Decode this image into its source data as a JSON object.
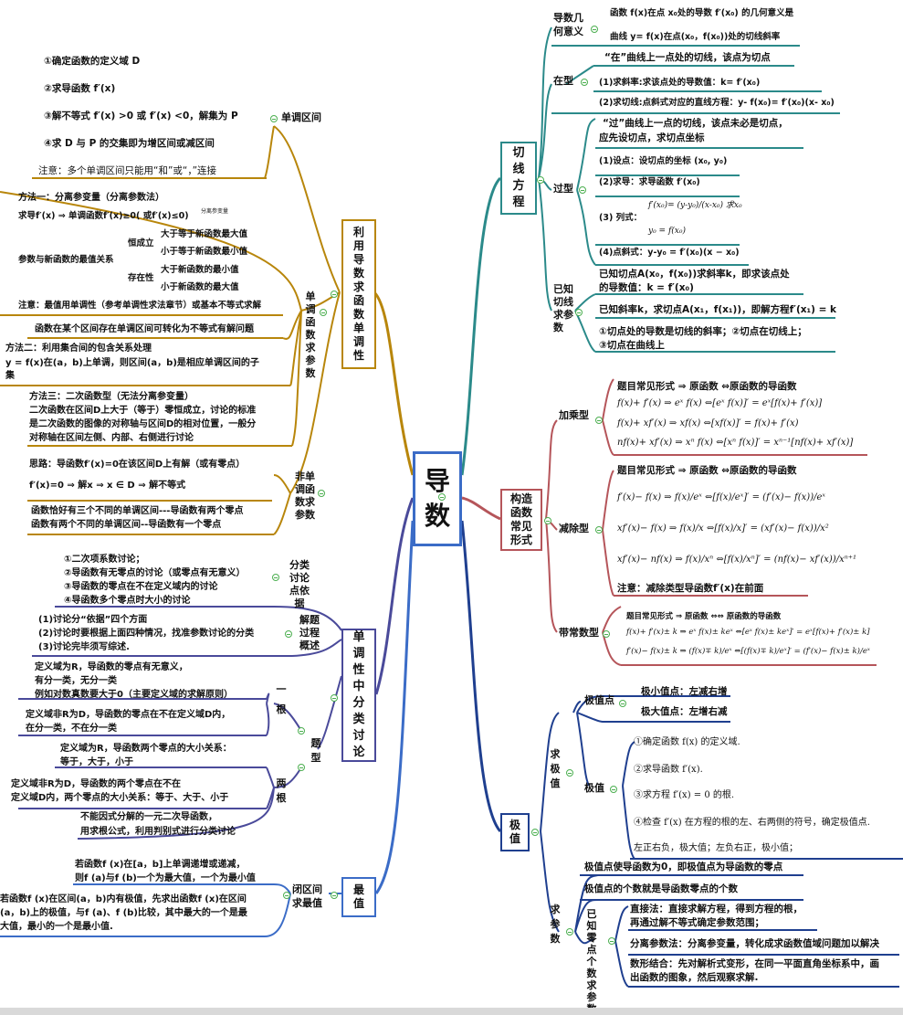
{
  "center": {
    "line1": "导",
    "line2": "数"
  },
  "right": {
    "qiexian": {
      "label": "切线方程",
      "geom": {
        "label": "导数几何意义",
        "lines": [
          "函数 f(x)在点 x₀处的导数 f′(x₀) 的几何意义是",
          "曲线 y= f(x)在点(x₀，f(x₀))处的切线斜率"
        ]
      },
      "zai": {
        "label": "在型",
        "lines": [
          "“在”曲线上一点处的切线，该点为切点",
          "(1)求斜率:求该点处的导数值：k= f′(x₀)",
          "(2)求切线:点斜式对应的直线方程：y- f(x₀)= f′(x₀)(x- x₀)"
        ]
      },
      "guo": {
        "label": "过型",
        "lines": [
          "“过”曲线上一点的切线，该点未必是切点，",
          "应先设切点，求切点坐标",
          "(1)设点：设切点的坐标 (x₀, y₀)",
          "(2)求导：求导函数 f′(x₀)",
          "(3) 列式：",
          "f′(x₀)= (y-y₀)/(x-x₀) 求x₀",
          "y₀ = f(x₀)",
          "(4)点斜式：y-y₀ = f′(x₀)(x − x₀)"
        ]
      },
      "known": {
        "label": "已知切线求参数",
        "lines": [
          "已知切点A(x₀，f(x₀))求斜率k，即求该点处",
          "的导数值：k = f′(x₀)",
          "已知斜率k，求切点A(x₁，f(x₁))，即解方程f′(x₁) = k",
          "①切点处的导数是切线的斜率；②切点在切线上；",
          "③切点在曲线上"
        ]
      }
    },
    "gouzao": {
      "label": "构造函数常见形式",
      "add": {
        "label": "加乘型",
        "lines": [
          "题目常见形式 ⇒ 原函数 ⇔原函数的导函数",
          "f(x)+ f′(x) ⇒ eˣ f(x) ⇔[eˣ f(x)]′ = eˣ[f(x)+ f′(x)]",
          "f(x)+ xf′(x) ⇒ xf(x) ⇔[xf(x)]′ = f(x)+ f′(x)",
          "nf(x)+ xf′(x) ⇒ xⁿ f(x) ⇔[xⁿ f(x)]′ = xⁿ⁻¹[nf(x)+ xf′(x)]"
        ]
      },
      "sub": {
        "label": "减除型",
        "lines": [
          "题目常见形式 ⇒ 原函数 ⇔原函数的导函数",
          "f′(x)− f(x) ⇒ f(x)/eˣ ⇔[f(x)/eˣ]′ = (f′(x)− f(x))/eˣ",
          "xf′(x)− f(x) ⇒ f(x)/x ⇔[f(x)/x]′ = (xf′(x)− f(x))/x²",
          "xf′(x)− nf(x) ⇒ f(x)/xⁿ ⇔[f(x)/xⁿ]′ = (nf(x)− xf′(x))/xⁿ⁺¹",
          "注意：减除类型导函数f′(x)在前面"
        ]
      },
      "const": {
        "label": "带常数型",
        "lines": [
          "题目常见形式 ⇒ 原函数 ⇔⇔ 原函数的导函数",
          "f(x)+ f′(x)± k ⇒ eˣ f(x)± keˣ ⇔[eˣ f(x)± keˣ]′ = eˣ[f(x)+ f′(x)± k]",
          "f′(x)− f(x)± k ⇒ (f(x)∓ k)/eˣ ⇔[(f(x)∓ k)/eˣ]′ = (f′(x)− f(x)± k)/eˣ"
        ]
      }
    },
    "jizhi": {
      "label": "极值",
      "qiu": {
        "label": "求极值",
        "point": {
          "label": "极值点",
          "items": [
            "极小值点：左减右增",
            "极大值点：左增右减"
          ]
        },
        "value": {
          "label": "极值",
          "items": [
            "①确定函数 f(x) 的定义域.",
            "②求导函数 f′(x).",
            "③求方程 f′(x) = 0 的根.",
            "④检查 f′(x) 在方程的根的左、右两侧的符号，确定极值点.",
            "左正右负，极大值；左负右正，极小值；"
          ]
        }
      },
      "param": {
        "label": "求参数",
        "lines": [
          "极值点使导函数为0，即极值点为导函数的零点",
          "极值点的个数就是导函数零点的个数"
        ],
        "sub": {
          "label": "已知零点个数求参数",
          "items": [
            "直接法：直接求解方程，得到方程的根，",
            "再通过解不等式确定参数范围；",
            "分离参数法：分离参变量，转化成求函数值域问题加以解决",
            "数形结合：先对解析式变形，在同一平面直角坐标系中，画",
            "出函数的图象，然后观察求解."
          ]
        }
      }
    }
  },
  "left": {
    "dandiao": {
      "label": "利用导数求函数单调性",
      "interval": {
        "label": "单调区间",
        "lines": [
          "①确定函数的定义域 D",
          "②求导函数 f′(x)",
          "③解不等式 f′(x) >0 或 f′(x) <0，解集为 P",
          "④求 D 与 P 的交集即为增区间或减区间",
          "注意：多个单调区间只能用“和”或“，”连接"
        ]
      },
      "param": {
        "label": "单调函数求参数",
        "lines": [
          "方法一：分离参变量（分离参数法）",
          "求导f′(x) ⇒ 单调函数f′(x)≥0( 或f′(x)≤0)",
          "分离参变量",
          "参数与新函数的最值关系",
          "恒成立",
          "大于等于新函数最大值",
          "小于等于新函数最小值",
          "存在性",
          "大于新函数的最小值",
          "小于新函数的最大值",
          "注意：最值用单调性（参考单调性求法章节）或基本不等式求解",
          "函数在某个区间存在单调区间可转化为不等式有解问题",
          "方法二：利用集合间的包含关系处理",
          "y = f(x)在(a，b)上单调，则区间(a，b)是相应单调区间的子",
          "集",
          "方法三：二次函数型（无法分离参变量）",
          "二次函数在区间D上大于（等于）零恒成立，讨论的标准",
          "是二次函数的图像的对称轴与区间D的相对位置，一般分",
          "对称轴在区间左侧、内部、右侧进行讨论"
        ]
      },
      "nonmono": {
        "label": "非单调函数求参数",
        "lines": [
          "思路：导函数f′(x)=0在该区间D上有解（或有零点）",
          "f′(x)=0 ⇒ 解x ⇒ x ∈ D ⇒ 解不等式",
          "函数恰好有三个不同的单调区间---导函数有两个零点",
          "函数有两个不同的单调区间--导函数有一个零点"
        ]
      }
    },
    "fenlei": {
      "label": "单调性中分类讨论",
      "basis": {
        "label": "分类讨论点依据",
        "lines": [
          "①二次项系数讨论；",
          "②导函数有无零点的讨论（或零点有无意义）",
          "③导函数的零点在不在定义域内的讨论",
          "④导函数多个零点时大小的讨论"
        ]
      },
      "process": {
        "label": "解题过程概述",
        "lines": [
          "(1)讨论分“依据”四个方面",
          "(2)讨论时要根据上面四种情况，找准参数讨论的分类",
          "(3)讨论完毕须写综述."
        ]
      },
      "types": {
        "label": "题型",
        "one": {
          "label": "一根",
          "lines": [
            "定义域为R，导函数的零点有无意义，",
            "有分一类，无分一类",
            "例如对数真数要大于0（主要定义域的求解原则）",
            "定义域非R为D，导函数的零点在不在定义域D内，",
            "在分一类，不在分一类"
          ]
        },
        "two": {
          "label": "两根",
          "lines": [
            "定义域为R，导函数两个零点的大小关系：",
            "等于，大于，小于",
            "定义域非R为D，导函数的两个零点在不在",
            "定义域D内，两个零点的大小关系：等于、大于、小于",
            "不能因式分解的一元二次导函数，",
            "用求根公式，利用判别式进行分类讨论"
          ]
        }
      }
    },
    "zuizhi": {
      "label": "最值",
      "closed": {
        "label": "闭区间求最值",
        "lines": [
          "若函数f (x)在[a，b]上单调递增或递减，",
          "则f (a)与f (b)一个为最大值，一个为最小值",
          "若函数f (x)在区间(a，b)内有极值，先求出函数f (x)在区间",
          "(a，b)上的极值，与f (a)、f (b)比较，其中最大的一个是最",
          "大值，最小的一个是最小值."
        ]
      }
    }
  },
  "colors": {
    "teal": "#2b8a8a",
    "rose": "#b5555a",
    "navy": "#1f3f8f",
    "gold": "#b8860b",
    "violet": "#4a4a9a",
    "blue": "#3b6cc7",
    "green": "#4caf50"
  }
}
